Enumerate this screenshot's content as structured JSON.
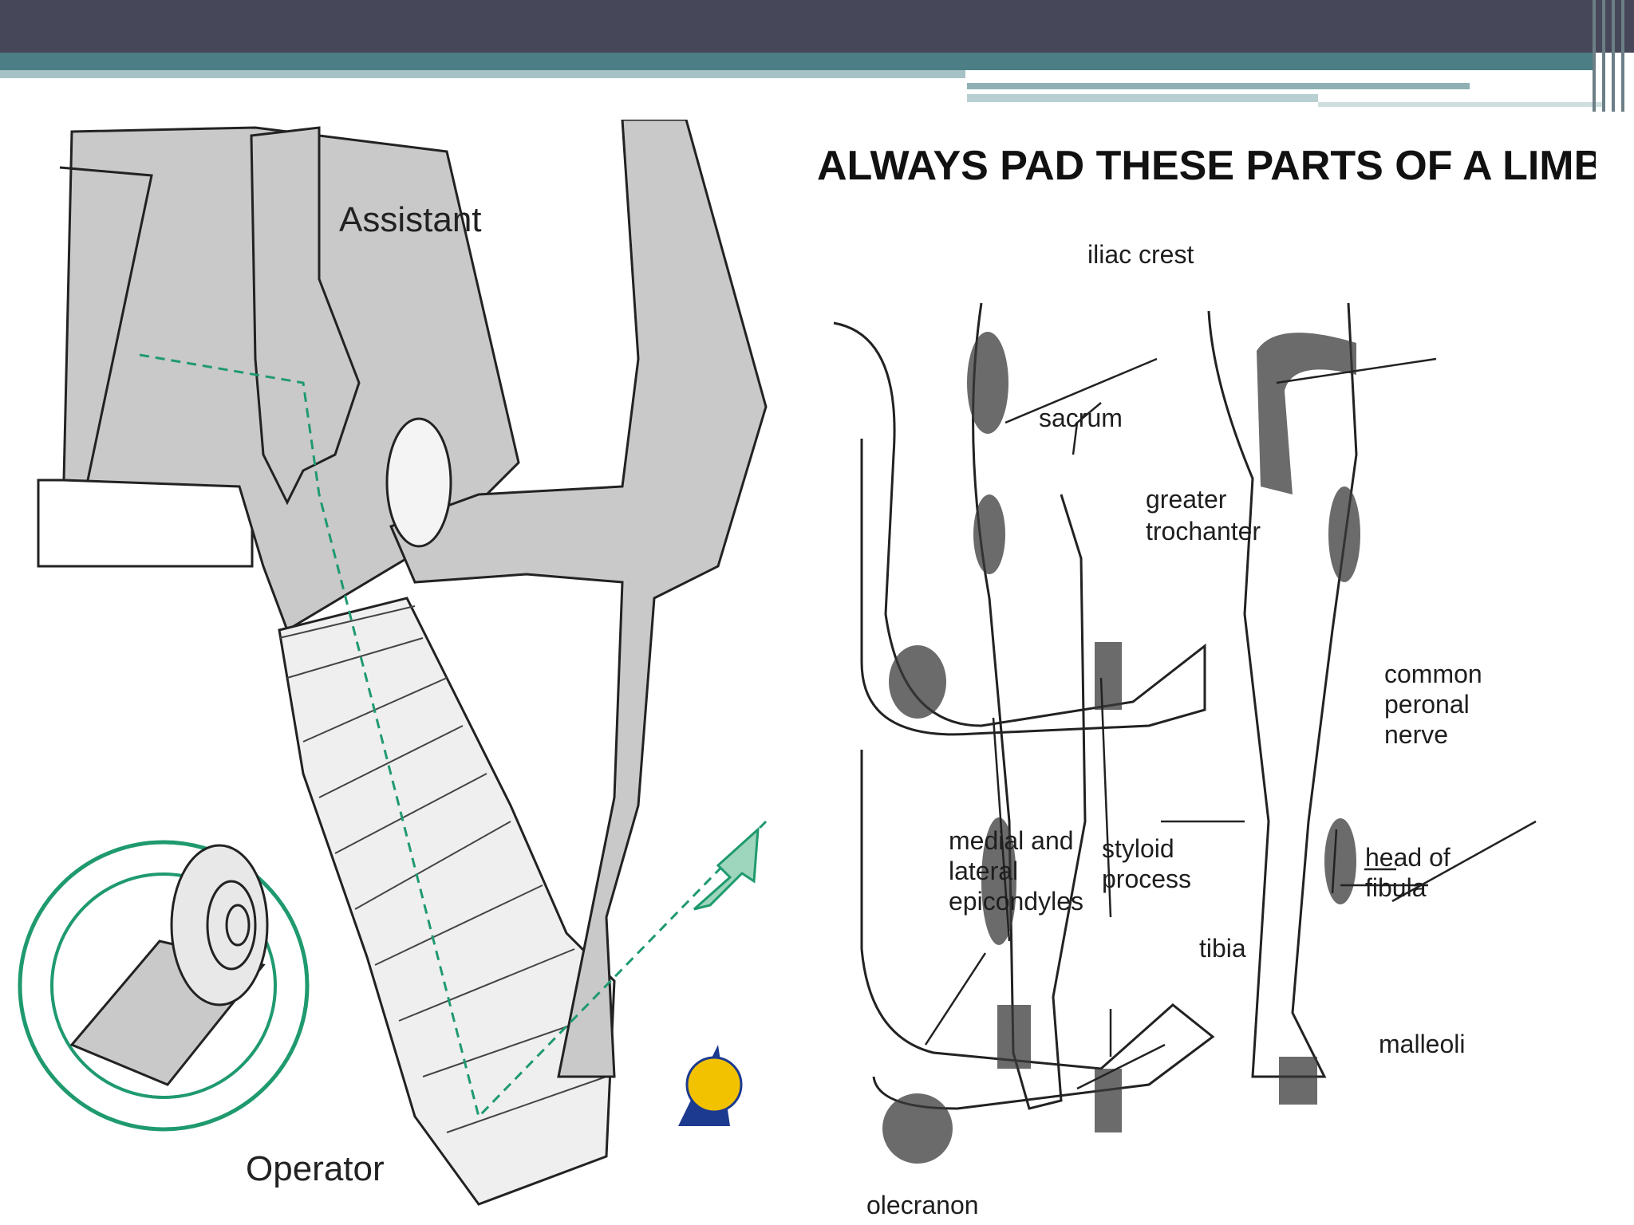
{
  "left_figure": {
    "label_assistant": "Assistant",
    "label_operator": "Operator"
  },
  "right_figure": {
    "title": "ALWAYS PAD THESE PARTS OF A LIMB",
    "labels": {
      "iliac_crest": "iliac crest",
      "sacrum": "sacrum",
      "greater_trochanter_1": "greater",
      "greater_trochanter_2": "trochanter",
      "common_peronal_nerve_1": "common",
      "common_peronal_nerve_2": "peronal",
      "common_peronal_nerve_3": "nerve",
      "medial_lateral_1": "medial and",
      "medial_lateral_2": "lateral",
      "medial_lateral_3": "epicondyles",
      "styloid_1": "styloid",
      "styloid_2": "process",
      "head_of_fibula_1": "head of",
      "head_of_fibula_2": "fibula",
      "tibia": "tibia",
      "malleoli": "malleoli",
      "olecranon": "olecranon"
    }
  },
  "colors": {
    "top_bar": "#46485a",
    "accent_teal": "#4b7f85",
    "skin_gray": "#c9c9c9",
    "bandage": "#efefef",
    "circle_green": "#1f9a6e",
    "arrow_green": "#9ed5bd",
    "padding_shade": "#3a3a3a"
  }
}
